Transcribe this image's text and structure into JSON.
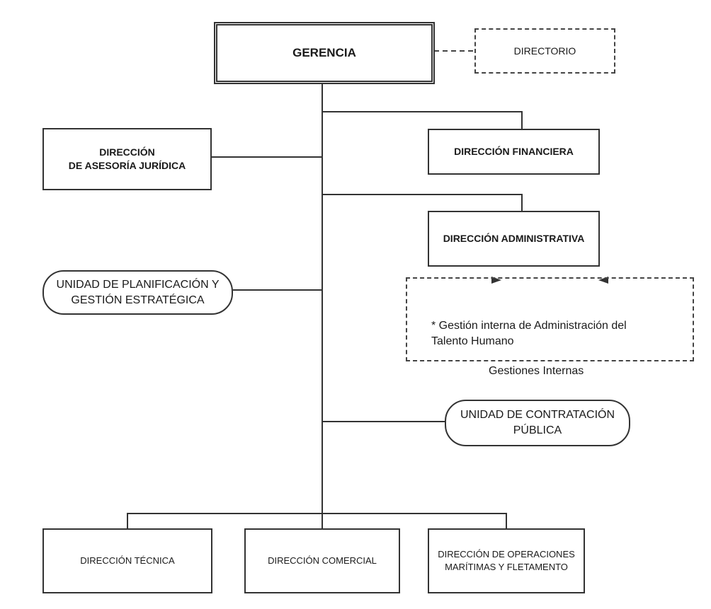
{
  "org_chart": {
    "gerencia": "GERENCIA",
    "directorio": "DIRECTORIO",
    "asesoria_juridica": "DIRECCIÓN\nDE ASESORÍA JURÍDICA",
    "financiera": "DIRECCIÓN FINANCIERA",
    "administrativa": "DIRECCIÓN ADMINISTRATIVA",
    "planificacion": "UNIDAD DE PLANIFICACIÓN Y\nGESTIÓN ESTRATÉGICA",
    "gestiones_internas": {
      "item": "* Gestión interna de Administración del\nTalento Humano",
      "caption": "Gestiones Internas"
    },
    "contratacion": "UNIDAD DE CONTRATACIÓN\nPÚBLICA",
    "tecnica": "DIRECCIÓN TÉCNICA",
    "comercial": "DIRECCIÓN COMERCIAL",
    "operaciones": "DIRECCIÓN DE OPERACIONES\nMARÍTIMAS Y FLETAMENTO"
  }
}
